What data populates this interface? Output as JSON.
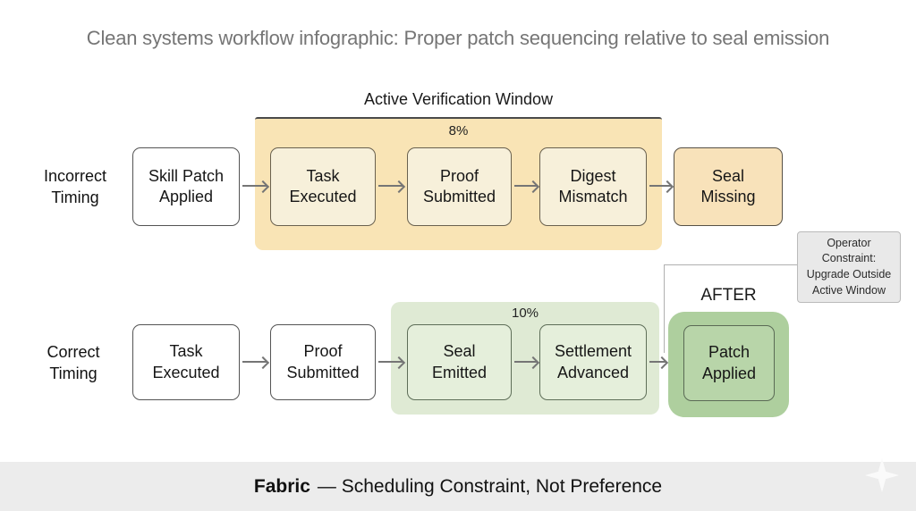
{
  "title": "Clean systems workflow infographic: Proper patch sequencing relative to seal emission",
  "active_window": {
    "label": "Active Verification Window"
  },
  "rows": [
    {
      "label": "Incorrect\nTiming",
      "percent": "8%",
      "boxes": [
        "Skill Patch\nApplied",
        "Task\nExecuted",
        "Proof\nSubmitted",
        "Digest\nMismatch",
        "Seal\nMissing"
      ]
    },
    {
      "label": "Correct\nTiming",
      "percent": "10%",
      "boxes": [
        "Task\nExecuted",
        "Proof\nSubmitted",
        "Seal\nEmitted",
        "Settlement\nAdvanced",
        "Patch\nApplied"
      ]
    }
  ],
  "after_label": "AFTER",
  "note": {
    "text": "Operator\nConstraint:\nUpgrade Outside\nActive Window"
  },
  "footer": {
    "brand": "Fabric",
    "text": "— Scheduling Constraint, Not Preference"
  },
  "colors": {
    "title_gray": "#757575",
    "yellow_region": "#f9e4b5",
    "cream_box": "#f7f0da",
    "peach_box": "#f8e2ba",
    "green_region": "#dfead4",
    "green_box": "#e5efdb",
    "green_highlight": "#aecf9e",
    "green_inner": "#b8d5a9",
    "bracket_line": "#4a4a4a",
    "note_bg": "#e9e9e9",
    "footer_bg": "#ececec"
  }
}
